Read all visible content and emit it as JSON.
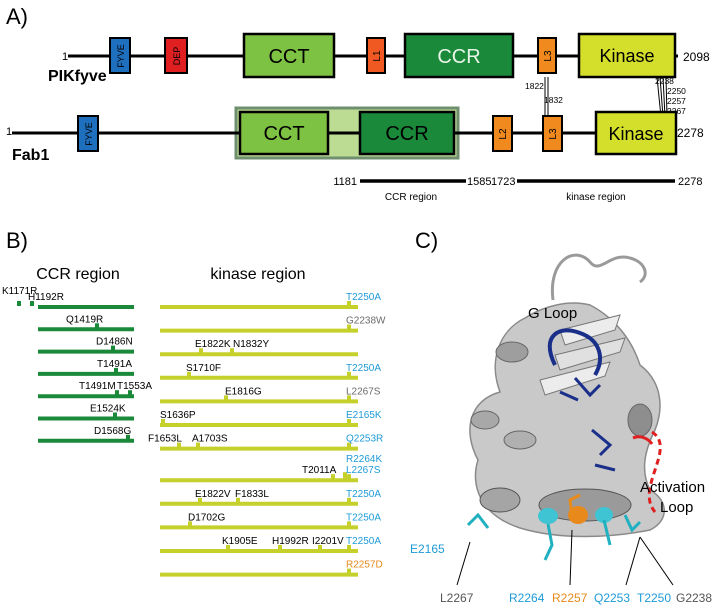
{
  "panel_a": {
    "label": "A)",
    "pikfyve": {
      "name": "PIKfyve",
      "start": "1",
      "end": "2098",
      "domains": [
        "FYVE",
        "DEP",
        "CCT",
        "L1",
        "CCR",
        "L3",
        "Kinase"
      ]
    },
    "fab1": {
      "name": "Fab1",
      "start": "1",
      "end": "2278",
      "domains": [
        "FYVE",
        "CCT",
        "CCR",
        "L2",
        "L3",
        "Kinase"
      ]
    },
    "connector_numbers": {
      "l3_top": "1822",
      "l3_bottom": "1832",
      "kinase": [
        "2238",
        "2250",
        "2257",
        "2267"
      ]
    },
    "regions": {
      "ccr": {
        "start": "1181",
        "end": "1585",
        "name": "CCR region"
      },
      "kinase": {
        "start": "1723",
        "end": "2278",
        "name": "kinase region"
      }
    }
  },
  "panel_b": {
    "label": "B)",
    "ccr_title": "CCR region",
    "kinase_title": "kinase region",
    "ccr_rows": [
      {
        "labels": [
          "K1171R",
          "H1192R"
        ]
      },
      {
        "labels": [
          "Q1419R"
        ]
      },
      {
        "labels": [
          "D1486N"
        ]
      },
      {
        "labels": [
          "T1491A"
        ]
      },
      {
        "labels": [
          "T1491M",
          "T1553A"
        ]
      },
      {
        "labels": [
          "E1524K"
        ]
      },
      {
        "labels": [
          "D1568G"
        ]
      }
    ],
    "kinase_rows": [
      {
        "labels": [],
        "right": "T2250A",
        "right_color": "#1e9bd7"
      },
      {
        "labels": [],
        "right": "G2238W",
        "right_color": "#6b6b6b"
      },
      {
        "labels": [
          "E1822K",
          "N1832Y"
        ],
        "right": "",
        "right_color": "#6b6b6b"
      },
      {
        "labels": [
          "S1710F"
        ],
        "right": "T2250A",
        "right_color": "#1e9bd7"
      },
      {
        "labels": [
          "E1816G"
        ],
        "right": "L2267S",
        "right_color": "#6b6b6b"
      },
      {
        "labels": [
          "S1636P"
        ],
        "right": "E2165K",
        "right_color": "#1e9bd7"
      },
      {
        "labels": [
          "F1653L",
          "A1703S"
        ],
        "right": "Q2253R",
        "right_color": "#1e9bd7"
      },
      {
        "labels": [
          "T2011A"
        ],
        "right": "R2264K",
        "right_color": "#1e9bd7",
        "right2": "L2267S",
        "right2_color": "#1e9bd7"
      },
      {
        "labels": [
          "E1822V",
          "F1833L"
        ],
        "right": "T2250A",
        "right_color": "#1e9bd7"
      },
      {
        "labels": [
          "D1702G"
        ],
        "right": "T2250A",
        "right_color": "#1e9bd7"
      },
      {
        "labels": [
          "K1905E",
          "H1992R",
          "I2201V"
        ],
        "right": "T2250A",
        "right_color": "#1e9bd7"
      },
      {
        "labels": [],
        "right": "R2257D",
        "right_color": "#e8891c"
      }
    ]
  },
  "panel_c": {
    "label": "C)",
    "g_loop": "G Loop",
    "activation_loop": "Activation Loop",
    "residues": [
      {
        "name": "E2165",
        "color": "#1e9bd7"
      },
      {
        "name": "L2267",
        "color": "#555555"
      },
      {
        "name": "R2264",
        "color": "#1e9bd7"
      },
      {
        "name": "R2257",
        "color": "#e8891c"
      },
      {
        "name": "Q2253",
        "color": "#1e9bd7"
      },
      {
        "name": "T2250",
        "color": "#1e9bd7"
      },
      {
        "name": "G2238",
        "color": "#555555"
      }
    ]
  },
  "colors": {
    "fyve": "#1f6fbf",
    "dep": "#e02020",
    "cct": "#7dc242",
    "ccr": "#1a8a3a",
    "linker": "#f08a1e",
    "l1": "#f05a22",
    "kinase": "#d4df2c",
    "ccr_track": "#1a8a3a",
    "kinase_track": "#c6d02a",
    "protein": "#b9b9b9",
    "gloop": "#1a2f8a",
    "activation": "#e02020"
  }
}
